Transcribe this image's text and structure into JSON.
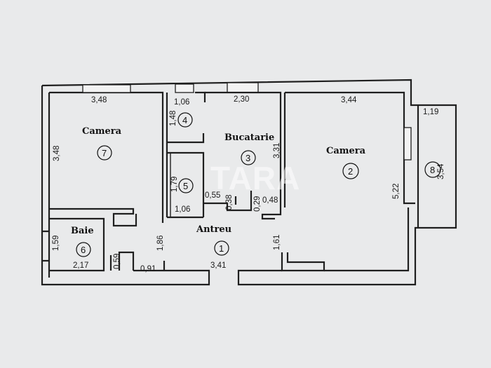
{
  "watermark": "TARA",
  "rooms": {
    "camera_left": "Camera",
    "bucatarie": "Bucatarie",
    "camera_right": "Camera",
    "baie": "Baie",
    "antreu": "Antreu"
  },
  "room_numbers": [
    "1",
    "2",
    "3",
    "4",
    "5",
    "6",
    "7",
    "8"
  ],
  "dimensions": {
    "camera_left_width": "3,48",
    "camera_left_height": "3,48",
    "room4_width": "1,06",
    "room4_height": "1,48",
    "bucatarie_width": "2,30",
    "bucatarie_height": "3,31",
    "bucatarie_opening": "0,48",
    "bucatarie_wall": "0,29",
    "camera_right_width": "3,44",
    "camera_right_height": "5,22",
    "balcony_width": "1,19",
    "balcony_height": "3,54",
    "room5_height": "1,79",
    "room5_width": "1,06",
    "niche_width": "0,55",
    "niche_depth": "0,38",
    "baie_height": "1,59",
    "baie_width": "2,17",
    "baie_door": "0,59",
    "antreu_wall": "0,91",
    "antreu_height": "1,86",
    "antreu_width": "3,41",
    "antreu_right_height": "1,61"
  }
}
